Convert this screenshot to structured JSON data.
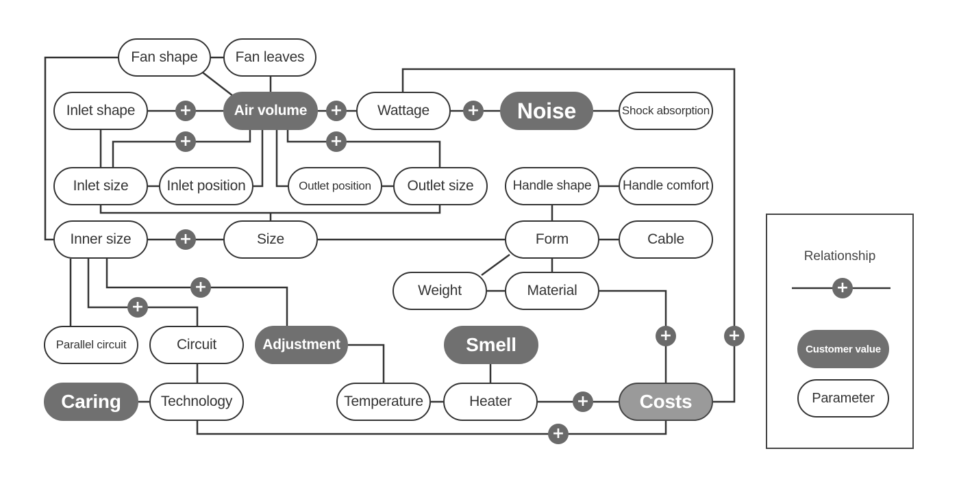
{
  "diagram": {
    "type": "relationship-map",
    "colors": {
      "line": "#333333",
      "customer_value_fill": "#707070",
      "costs_fill": "#9a9a9a",
      "relationship_marker": "#6a6a6a",
      "parameter_fill": "#ffffff"
    },
    "nodes": [
      {
        "id": "fan_shape",
        "label": "Fan shape",
        "kind": "parameter"
      },
      {
        "id": "fan_leaves",
        "label": "Fan leaves",
        "kind": "parameter"
      },
      {
        "id": "inlet_shape",
        "label": "Inlet shape",
        "kind": "parameter"
      },
      {
        "id": "air_volume",
        "label": "Air volume",
        "kind": "customer-value"
      },
      {
        "id": "wattage",
        "label": "Wattage",
        "kind": "parameter"
      },
      {
        "id": "noise",
        "label": "Noise",
        "kind": "customer-value"
      },
      {
        "id": "shock_absorption",
        "label": "Shock absorption",
        "kind": "parameter"
      },
      {
        "id": "inlet_size",
        "label": "Inlet size",
        "kind": "parameter"
      },
      {
        "id": "inlet_position",
        "label": "Inlet position",
        "kind": "parameter"
      },
      {
        "id": "outlet_position",
        "label": "Outlet position",
        "kind": "parameter"
      },
      {
        "id": "outlet_size",
        "label": "Outlet size",
        "kind": "parameter"
      },
      {
        "id": "handle_shape",
        "label": "Handle shape",
        "kind": "parameter"
      },
      {
        "id": "handle_comfort",
        "label": "Handle comfort",
        "kind": "parameter"
      },
      {
        "id": "inner_size",
        "label": "Inner size",
        "kind": "parameter"
      },
      {
        "id": "size",
        "label": "Size",
        "kind": "parameter"
      },
      {
        "id": "form",
        "label": "Form",
        "kind": "parameter"
      },
      {
        "id": "cable",
        "label": "Cable",
        "kind": "parameter"
      },
      {
        "id": "weight",
        "label": "Weight",
        "kind": "parameter"
      },
      {
        "id": "material",
        "label": "Material",
        "kind": "parameter"
      },
      {
        "id": "parallel_circuit",
        "label": "Parallel circuit",
        "kind": "parameter"
      },
      {
        "id": "circuit",
        "label": "Circuit",
        "kind": "parameter"
      },
      {
        "id": "adjustment",
        "label": "Adjustment",
        "kind": "customer-value"
      },
      {
        "id": "smell",
        "label": "Smell",
        "kind": "customer-value"
      },
      {
        "id": "caring",
        "label": "Caring",
        "kind": "customer-value"
      },
      {
        "id": "technology",
        "label": "Technology",
        "kind": "parameter"
      },
      {
        "id": "temperature",
        "label": "Temperature",
        "kind": "parameter"
      },
      {
        "id": "heater",
        "label": "Heater",
        "kind": "parameter"
      },
      {
        "id": "costs",
        "label": "Costs",
        "kind": "customer-value"
      }
    ],
    "edges": [
      {
        "from": "fan_shape",
        "to": "fan_leaves",
        "relationship": false
      },
      {
        "from": "fan_shape",
        "to": "air_volume",
        "relationship": false
      },
      {
        "from": "fan_shape",
        "to": "inner_size",
        "relationship": false
      },
      {
        "from": "fan_leaves",
        "to": "air_volume",
        "relationship": false
      },
      {
        "from": "inlet_shape",
        "to": "air_volume",
        "relationship": true
      },
      {
        "from": "inlet_shape",
        "to": "inlet_size",
        "relationship": false
      },
      {
        "from": "air_volume",
        "to": "wattage",
        "relationship": true
      },
      {
        "from": "air_volume",
        "to": "inlet_size",
        "relationship": true
      },
      {
        "from": "air_volume",
        "to": "inlet_position",
        "relationship": false
      },
      {
        "from": "air_volume",
        "to": "outlet_position",
        "relationship": false
      },
      {
        "from": "air_volume",
        "to": "outlet_size",
        "relationship": true
      },
      {
        "from": "wattage",
        "to": "noise",
        "relationship": true
      },
      {
        "from": "wattage",
        "to": "costs",
        "relationship": true
      },
      {
        "from": "noise",
        "to": "shock_absorption",
        "relationship": false
      },
      {
        "from": "inlet_size",
        "to": "inlet_position",
        "relationship": false
      },
      {
        "from": "outlet_position",
        "to": "outlet_size",
        "relationship": false
      },
      {
        "from": "inlet_size",
        "to": "size",
        "relationship": false
      },
      {
        "from": "outlet_size",
        "to": "size",
        "relationship": false
      },
      {
        "from": "handle_shape",
        "to": "handle_comfort",
        "relationship": false
      },
      {
        "from": "handle_shape",
        "to": "form",
        "relationship": false
      },
      {
        "from": "inner_size",
        "to": "size",
        "relationship": true
      },
      {
        "from": "size",
        "to": "form",
        "relationship": false
      },
      {
        "from": "form",
        "to": "cable",
        "relationship": false
      },
      {
        "from": "form",
        "to": "weight",
        "relationship": false
      },
      {
        "from": "form",
        "to": "material",
        "relationship": false
      },
      {
        "from": "weight",
        "to": "material",
        "relationship": false
      },
      {
        "from": "material",
        "to": "costs",
        "relationship": true
      },
      {
        "from": "inner_size",
        "to": "parallel_circuit",
        "relationship": false
      },
      {
        "from": "inner_size",
        "to": "circuit",
        "relationship": true
      },
      {
        "from": "inner_size",
        "to": "adjustment",
        "relationship": true
      },
      {
        "from": "circuit",
        "to": "technology",
        "relationship": false
      },
      {
        "from": "caring",
        "to": "technology",
        "relationship": false
      },
      {
        "from": "adjustment",
        "to": "temperature",
        "relationship": false
      },
      {
        "from": "temperature",
        "to": "heater",
        "relationship": false
      },
      {
        "from": "smell",
        "to": "heater",
        "relationship": false
      },
      {
        "from": "heater",
        "to": "costs",
        "relationship": true
      },
      {
        "from": "technology",
        "to": "costs",
        "relationship": true
      }
    ]
  },
  "legend": {
    "title": "Relationship",
    "relationship_symbol": "+",
    "customer_value_label": "Customer value",
    "parameter_label": "Parameter"
  },
  "plus_symbol": "+"
}
